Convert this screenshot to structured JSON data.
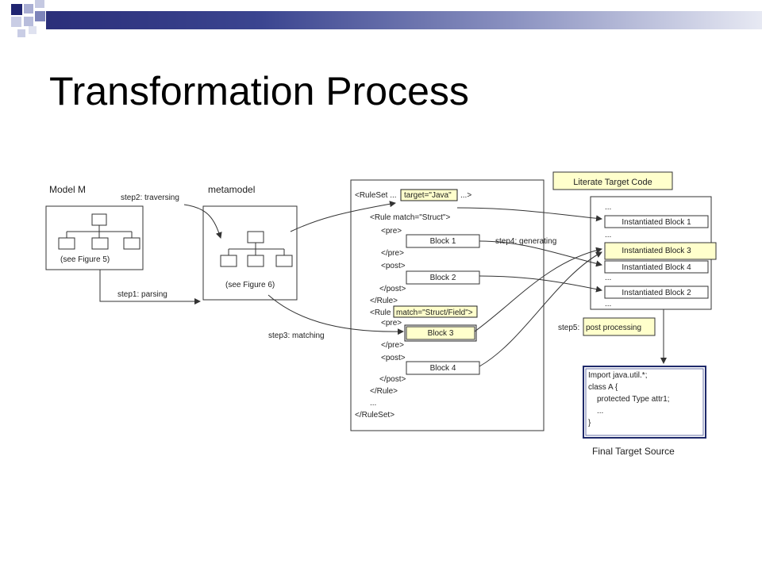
{
  "slide": {
    "title": "Transformation Process"
  },
  "diagram": {
    "model_label": "Model M",
    "model_caption": "(see Figure 5)",
    "metamodel_label": "metamodel",
    "metamodel_caption": "(see Figure 6)",
    "step1": "step1: parsing",
    "step2": "step2: traversing",
    "step3": "step3: matching",
    "step4": "step4: generating",
    "step5_prefix": "step5:",
    "step5_text": "post processing",
    "code_lines": {
      "ruleset_open": "<RuleSet ...",
      "ruleset_attr": "target=\"Java\"",
      "ruleset_close_dots": "...>",
      "rule_struct": "<Rule match=\"Struct\">",
      "pre1_open": "<pre>",
      "pre1_close": "</pre>",
      "post1_open": "<post>",
      "post1_close": "</post>",
      "rule1_close": "</Rule>",
      "rule2_prefix": "<Rule",
      "rule2_attr": "match=\"Struct/Field\">",
      "pre2_open": "<pre>",
      "pre2_close": "</pre>",
      "post2_open": "<post>",
      "post2_close": "</post>",
      "rule2_close": "</Rule>",
      "dots": "...",
      "ruleset_close": "</RuleSet>"
    },
    "blocks": [
      "Block 1",
      "Block 2",
      "Block 3",
      "Block 4"
    ],
    "literate_title": "Literate Target Code",
    "instantiated": [
      "Instantiated Block 1",
      "Instantiated Block 3",
      "Instantiated Block 4",
      "Instantiated Block 2"
    ],
    "ellipsis": "...",
    "final_code": [
      "Import java.util.*;",
      "class A {",
      "protected Type attr1;",
      "...",
      "}"
    ],
    "final_label": "Final Target Source"
  },
  "colors": {
    "title_bar_dark": "#2b2f7a",
    "highlight_fill": "#ffffcc",
    "final_border": "#1f2a6b"
  }
}
